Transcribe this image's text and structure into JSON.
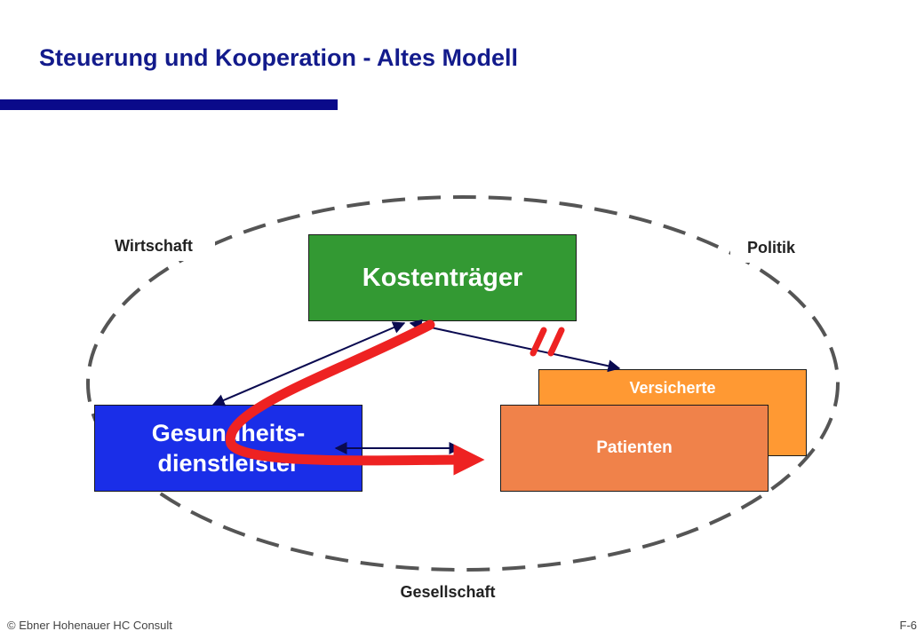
{
  "slide": {
    "title": "Steuerung und Kooperation - Altes Modell",
    "colors": {
      "title": "#131B8C",
      "title_bar": "#0A0A8A",
      "kostentraeger": "#339933",
      "gesundheit": "#1A2EE8",
      "versicherte": "#FF9933",
      "patienten": "#F0824A",
      "red_arrow": "#EE2222",
      "connector": "#0A0A50",
      "dashed_ellipse": "#555555"
    }
  },
  "context_labels": {
    "wirtschaft": "Wirtschaft",
    "politik": "Politik",
    "gesellschaft": "Gesellschaft"
  },
  "nodes": {
    "kostentraeger": "Kostenträger",
    "gesundheit_line1": "Gesundheits-",
    "gesundheit_line2": "dienstleister",
    "versicherte": "Versicherte",
    "patienten": "Patienten"
  },
  "footer": {
    "copyright": "© Ebner Hohenauer  HC Consult",
    "page": "F-6"
  }
}
